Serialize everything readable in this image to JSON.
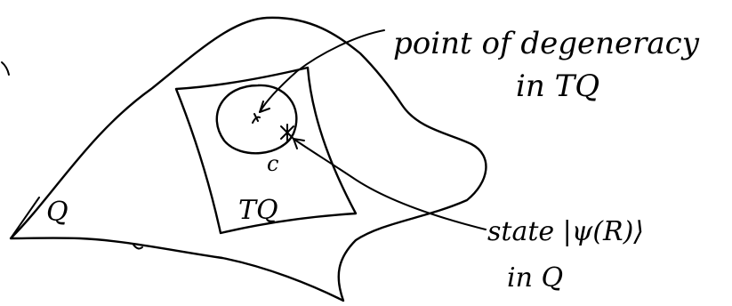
{
  "labels": {
    "degeneracy_line1": "point of degeneracy",
    "degeneracy_line2": "in TQ",
    "point_c": "c",
    "manifold_q": "Q",
    "tangent_tq": "TQ",
    "state_line1": "state |ψ(R)⟩",
    "state_line2": "in Q"
  },
  "colors": {
    "ink": "#000000",
    "background": "#ffffff"
  }
}
